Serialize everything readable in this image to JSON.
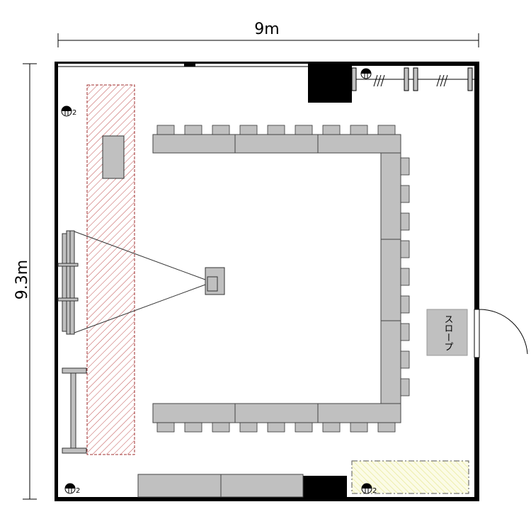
{
  "dimensions": {
    "width_label": "9m",
    "height_label": "9.3m"
  },
  "labels": {
    "slope": "スロープ"
  },
  "outlets": [
    {
      "count": "2"
    },
    {
      "count": "2"
    },
    {
      "count": "2"
    }
  ],
  "colors": {
    "table": "#c0c0c0",
    "wall": "#000000",
    "hatch_red": "#b04040",
    "hatch_yellow": "#e0e080"
  }
}
